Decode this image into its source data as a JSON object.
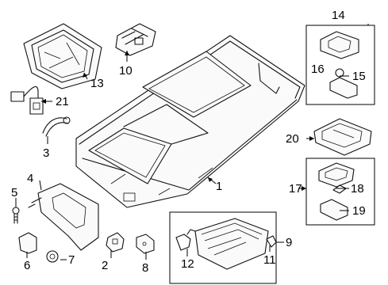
{
  "callouts": [
    {
      "id": "c1",
      "text": "1"
    },
    {
      "id": "c2",
      "text": "2"
    },
    {
      "id": "c3",
      "text": "3"
    },
    {
      "id": "c4",
      "text": "4"
    },
    {
      "id": "c5",
      "text": "5"
    },
    {
      "id": "c6",
      "text": "6"
    },
    {
      "id": "c7",
      "text": "7"
    },
    {
      "id": "c8",
      "text": "8"
    },
    {
      "id": "c9",
      "text": "9"
    },
    {
      "id": "c10",
      "text": "10"
    },
    {
      "id": "c11",
      "text": "11"
    },
    {
      "id": "c12",
      "text": "12"
    },
    {
      "id": "c13",
      "text": "13"
    },
    {
      "id": "c14",
      "text": "14"
    },
    {
      "id": "c15",
      "text": "15"
    },
    {
      "id": "c16",
      "text": "16"
    },
    {
      "id": "c17",
      "text": "17"
    },
    {
      "id": "c18",
      "text": "18"
    },
    {
      "id": "c19",
      "text": "19"
    },
    {
      "id": "c20",
      "text": "20"
    },
    {
      "id": "c21",
      "text": "21"
    }
  ]
}
